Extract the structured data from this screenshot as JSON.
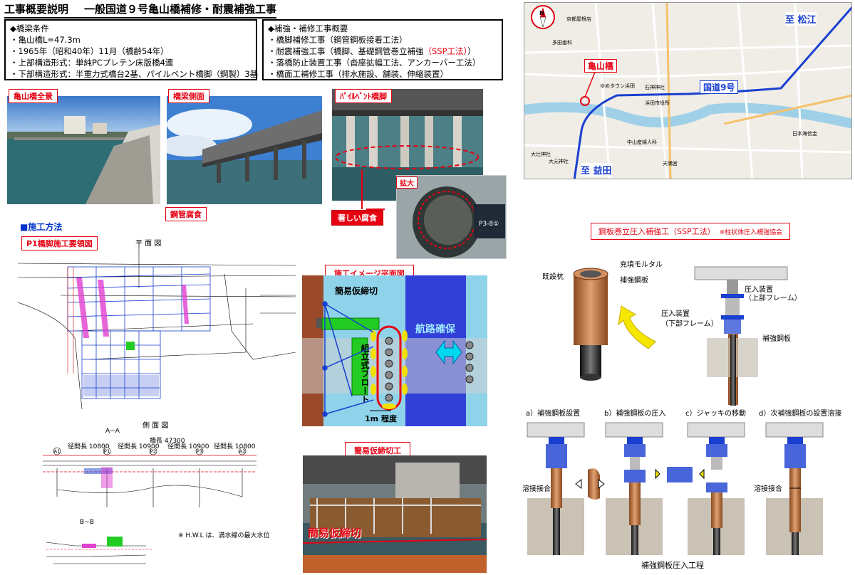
{
  "header": {
    "title_left": "工事概要説明",
    "title_right": "一般国道９号亀山橋補修・耐震補強工事"
  },
  "conditions": {
    "heading": "◆橋梁条件",
    "lines": [
      "・亀山橋L=47.3m",
      "・1965年（昭和40年）11月（橋齢54年）",
      "・上部構造形式：単純PCプレテン床版橋4連",
      "・下部構造形式：半重力式橋台2基、パイルベント橋脚（鋼製）3基"
    ]
  },
  "overview": {
    "heading": "◆補強・補修工事概要",
    "line1": "・橋脚補修工事（鋼管鋼板接着工法）",
    "line2_a": "・耐震補強工事（橋脚、基礎鋼管巻立補強",
    "line2_b": "（SSP工法）",
    "line2_c": "）",
    "line3": "・落橋防止装置工事（沓座拡幅工法、アンカーバー工法）",
    "line4": "・橋面工補修工事（排水施設、舗装、伸縮装置）"
  },
  "photos": {
    "full_view": "亀山橋全景",
    "side_view": "橋梁側面",
    "pile_bent": "ﾊﾟｲﾙﾍﾞﾝﾄ橋脚",
    "corrosion_caption": "鋼管腐食",
    "zoom": "拡大",
    "severe": "著しい腐食",
    "plate1": "P3-8①"
  },
  "method": {
    "heading": "■施工方法",
    "p1_tag": "P1橋脚施工要領図",
    "plan_title": "平 面 図",
    "side_title": "側 面 図",
    "section_aa": "A−A",
    "section_bb": "B−B",
    "total_len": "橋長 47300",
    "spans": [
      "径間長 10800",
      "径間長 10900",
      "径間長 10900",
      "径間長 10800"
    ],
    "note_hwl": "※ H.W.L は、満水線の最大水位",
    "piers": [
      "A1",
      "P1",
      "P2",
      "P3",
      "A2"
    ]
  },
  "image_plan": {
    "tag": "施工イメージ平面図",
    "temp_cofferdam": "簡易仮締切",
    "float": "組立式フロート",
    "channel": "航路確保",
    "approx": "1m 程度"
  },
  "cofferdam": {
    "tag": "簡易仮締切工",
    "overlay": "簡易仮締切"
  },
  "map": {
    "north": "N",
    "to_matsue": "至 松江",
    "to_masuda": "至 益田",
    "bridge": "亀山橋",
    "route": "国道9号",
    "place_labels": [
      "京都屋根店",
      "多田歯科",
      "ゆめタウン浜田",
      "石神神社",
      "浜田市役所",
      "日本海信金",
      "大辻神社",
      "大元神社",
      "中山産婦人科",
      "天満宮"
    ]
  },
  "ssp": {
    "title": "鋼板巻立圧入補強工（SSP工法）",
    "assoc": "※柱状体圧入補強協会",
    "existing_pile": "既設杭",
    "mortar": "充填モルタル",
    "plate": "補強鋼板",
    "press_upper_a": "圧入装置",
    "press_upper_b": "（上部フレーム）",
    "press_lower_a": "圧入装置",
    "press_lower_b": "（下部フレーム）",
    "plate2": "補強鋼板",
    "steps": [
      "a）補強鋼板設置",
      "b）補強鋼板の圧入",
      "c）ジャッキの移動",
      "d）次補強鋼板の設置溶接"
    ],
    "weld1": "溶接接合",
    "weld2": "溶接接合",
    "process": "補強鋼板圧入工程"
  },
  "colors": {
    "accent_red": "#e60012",
    "route_blue": "#1a3fd1",
    "water": "#8fd3ea",
    "steel": "#c87b3e"
  }
}
